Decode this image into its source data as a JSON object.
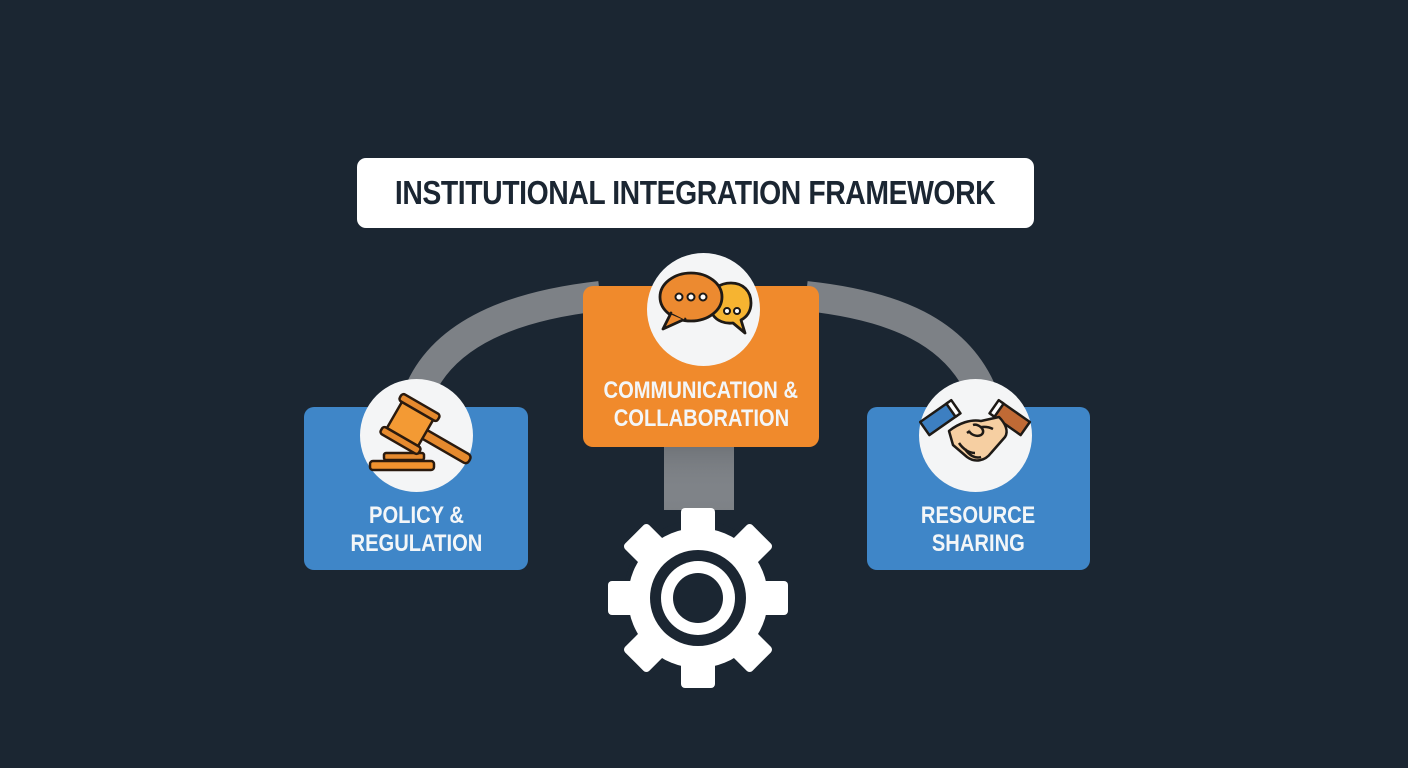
{
  "title": "INSTITUTIONAL INTEGRATION FRAMEWORK",
  "colors": {
    "background": "#1b2632",
    "connector": "#7d8186",
    "blue_card": "#3f86c8",
    "orange_card": "#f08a2c",
    "icon_circle": "#f4f5f6",
    "gear": "#ffffff"
  },
  "nodes": [
    {
      "id": "policy",
      "label_line1": "POLICY &",
      "label_line2": "REGULATION",
      "icon": "gavel-icon",
      "color": "blue"
    },
    {
      "id": "communication",
      "label_line1": "COMMUNICATION &",
      "label_line2": "COLLABORATION",
      "icon": "chat-bubbles-icon",
      "color": "orange"
    },
    {
      "id": "resource",
      "label_line1": "RESOURCE",
      "label_line2": "SHARING",
      "icon": "handshake-icon",
      "color": "blue"
    }
  ],
  "hub": {
    "icon": "gear-icon"
  }
}
